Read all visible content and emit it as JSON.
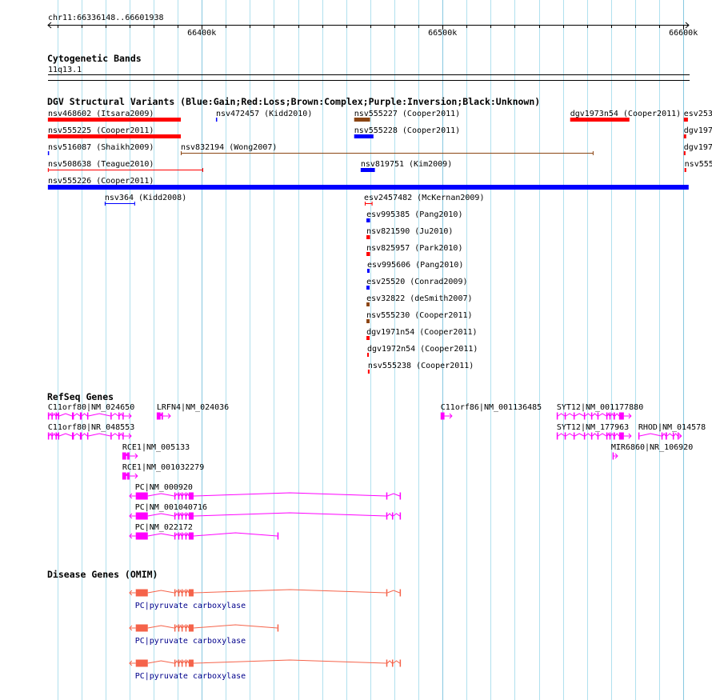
{
  "ruler": {
    "label": "chr11:66336148..66601938",
    "start_kb": 66336.148,
    "end_kb": 66601.938,
    "major_ticks": [
      {
        "kb": 66400,
        "label": "66400k"
      },
      {
        "kb": 66500,
        "label": "66500k"
      },
      {
        "kb": 66600,
        "label": "66600k"
      }
    ],
    "minor_tick_step_kb": 10
  },
  "colors": {
    "gain": "#0000ff",
    "loss": "#ff0000",
    "complex": "#8b4513",
    "refseq": "#ff00ff",
    "omim": "#f5634a",
    "omim_label": "#00008b",
    "grid": "#b0e0ee",
    "grid_major": "#87c8e0"
  },
  "cytoband": {
    "title": "Cytogenetic Bands",
    "band": "11q13.1"
  },
  "dgv": {
    "title": "DGV Structural Variants (Blue:Gain;Red:Loss;Brown:Complex;Purple:Inversion;Black:Unknown)",
    "features": [
      {
        "label": "nsv468602 (Itsara2009)",
        "start": 66336.1,
        "end": 66391.3,
        "type": "loss",
        "style": "bar"
      },
      {
        "label": "nsv472457 (Kidd2010)",
        "start": 66405.9,
        "end": 66406.4,
        "type": "gain",
        "style": "bar"
      },
      {
        "label": "nsv555227 (Cooper2011)",
        "start": 66463.3,
        "end": 66469.9,
        "type": "complex",
        "style": "bar"
      },
      {
        "label": "dgv1973n54 (Cooper2011)",
        "start": 66553.0,
        "end": 66577.6,
        "type": "loss",
        "style": "bar"
      },
      {
        "label": "esv253",
        "start": 66600.2,
        "end": 66601.9,
        "type": "loss",
        "style": "bar"
      },
      {
        "label": "nsv555225 (Cooper2011)",
        "start": 66336.1,
        "end": 66391.3,
        "type": "loss",
        "style": "bar"
      },
      {
        "label": "nsv555228 (Cooper2011)",
        "start": 66463.3,
        "end": 66471.3,
        "type": "gain",
        "style": "bar"
      },
      {
        "label": "dgv197",
        "start": 66600.2,
        "end": 66601.2,
        "type": "loss",
        "style": "bar"
      },
      {
        "label": "nsv516087 (Shaikh2009)",
        "start": 66336.1,
        "end": 66336.5,
        "type": "gain",
        "style": "bar"
      },
      {
        "label": "nsv832194 (Wong2007)",
        "start": 66391.3,
        "end": 66562.7,
        "type": "complex",
        "style": "line"
      },
      {
        "label": "dgv197",
        "start": 66600.2,
        "end": 66600.9,
        "type": "loss",
        "style": "bar"
      },
      {
        "label": "nsv508638 (Teague2010)",
        "start": 66336.1,
        "end": 66400.6,
        "type": "loss",
        "style": "line"
      },
      {
        "label": "nsv819751 (Kim2009)",
        "start": 66466.0,
        "end": 66471.9,
        "type": "gain",
        "style": "bar"
      },
      {
        "label": "nsv555",
        "start": 66600.5,
        "end": 66601.2,
        "type": "loss",
        "style": "bar"
      },
      {
        "label": "nsv555226 (Cooper2011)",
        "start": 66336.1,
        "end": 66602.2,
        "type": "gain",
        "style": "bar"
      },
      {
        "label": "nsv364 (Kidd2008)",
        "start": 66359.7,
        "end": 66372.3,
        "type": "gain",
        "style": "line"
      },
      {
        "label": "esv2457482 (McKernan2009)",
        "start": 66467.7,
        "end": 66470.9,
        "type": "loss",
        "style": "line"
      },
      {
        "label": "esv995385 (Pang2010)",
        "start": 66468.4,
        "end": 66469.9,
        "type": "gain",
        "style": "bar"
      },
      {
        "label": "nsv821590 (Ju2010)",
        "start": 66468.4,
        "end": 66469.9,
        "type": "loss",
        "style": "bar"
      },
      {
        "label": "nsv825957 (Park2010)",
        "start": 66468.4,
        "end": 66469.9,
        "type": "loss",
        "style": "bar"
      },
      {
        "label": "esv995606 (Pang2010)",
        "start": 66468.7,
        "end": 66469.7,
        "type": "gain",
        "style": "bar"
      },
      {
        "label": "esv25520 (Conrad2009)",
        "start": 66468.4,
        "end": 66469.7,
        "type": "gain",
        "style": "bar"
      },
      {
        "label": "esv32822 (deSmith2007)",
        "start": 66468.4,
        "end": 66469.7,
        "type": "complex",
        "style": "bar"
      },
      {
        "label": "nsv555230 (Cooper2011)",
        "start": 66468.4,
        "end": 66469.7,
        "type": "complex",
        "style": "bar"
      },
      {
        "label": "dgv1971n54 (Cooper2011)",
        "start": 66468.4,
        "end": 66469.7,
        "type": "loss",
        "style": "bar"
      },
      {
        "label": "dgv1972n54 (Cooper2011)",
        "start": 66468.7,
        "end": 66469.4,
        "type": "loss",
        "style": "bar"
      },
      {
        "label": "nsv555238 (Cooper2011)",
        "start": 66469.0,
        "end": 66469.7,
        "type": "loss",
        "style": "bar"
      }
    ]
  },
  "refseq": {
    "title": "RefSeq Genes",
    "genes": [
      {
        "label": "C11orf80|NM_024650",
        "strand": "+",
        "start": 66336.1,
        "end": 66370.7,
        "exons": [
          [
            66336.1,
            66336.6
          ],
          [
            66337.6,
            66338.0
          ],
          [
            66339.3,
            66339.7
          ],
          [
            66340.3,
            66340.7
          ],
          [
            66346.1,
            66346.9
          ],
          [
            66349.4,
            66350.2
          ],
          [
            66352.4,
            66352.8
          ],
          [
            66362.1,
            66362.5
          ],
          [
            66365.4,
            66365.8
          ],
          [
            66367.1,
            66367.5
          ]
        ]
      },
      {
        "label": "LRFN4|NM_024036",
        "strand": "+",
        "start": 66381.3,
        "end": 66387.0,
        "exons": [
          [
            66381.3,
            66382.9
          ],
          [
            66383.3,
            66383.9
          ]
        ]
      },
      {
        "label": "C11orf86|NM_001136485",
        "strand": "+",
        "start": 66499.2,
        "end": 66503.9,
        "exons": [
          [
            66499.2,
            66500.8
          ]
        ]
      },
      {
        "label": "SYT12|NM_001177880",
        "strand": "+",
        "start": 66547.4,
        "end": 66578.3,
        "exons": [
          [
            66547.4,
            66547.8
          ],
          [
            66550.7,
            66551.1
          ],
          [
            66554.4,
            66554.8
          ],
          [
            66558.7,
            66559.1
          ],
          [
            66561.7,
            66562.1
          ],
          [
            66564.3,
            66564.7
          ],
          [
            66568.0,
            66568.4
          ],
          [
            66569.3,
            66569.7
          ],
          [
            66571.0,
            66571.6
          ],
          [
            66573.3,
            66575.3
          ]
        ]
      },
      {
        "label": "C11orf80|NR_048553",
        "strand": "+",
        "start": 66336.1,
        "end": 66370.7,
        "exons": [
          [
            66336.1,
            66336.6
          ],
          [
            66337.6,
            66338.0
          ],
          [
            66339.3,
            66339.7
          ],
          [
            66340.3,
            66340.7
          ],
          [
            66346.1,
            66346.9
          ],
          [
            66349.4,
            66350.2
          ],
          [
            66352.4,
            66352.8
          ],
          [
            66362.1,
            66362.5
          ],
          [
            66365.4,
            66365.8
          ],
          [
            66367.1,
            66367.5
          ]
        ]
      },
      {
        "label": "SYT12|NM_177963",
        "strand": "+",
        "start": 66547.4,
        "end": 66578.3,
        "exons": [
          [
            66547.4,
            66547.8
          ],
          [
            66550.7,
            66551.1
          ],
          [
            66554.4,
            66554.8
          ],
          [
            66558.7,
            66559.1
          ],
          [
            66561.7,
            66562.1
          ],
          [
            66564.3,
            66564.7
          ],
          [
            66568.0,
            66568.4
          ],
          [
            66569.3,
            66569.7
          ],
          [
            66571.0,
            66571.6
          ],
          [
            66573.3,
            66575.3
          ]
        ]
      },
      {
        "label": "RHOD|NM_014578",
        "strand": "+",
        "start": 66581.3,
        "end": 66599.2,
        "exons": [
          [
            66581.3,
            66581.7
          ],
          [
            66590.9,
            66591.3
          ],
          [
            66592.6,
            66593.2
          ],
          [
            66595.6,
            66596.0
          ],
          [
            66597.6,
            66598.0
          ]
        ]
      },
      {
        "label": "RCE1|NM_005133",
        "strand": "+",
        "start": 66367.0,
        "end": 66373.3,
        "exons": [
          [
            66367.0,
            66368.6
          ],
          [
            66369.0,
            66370.0
          ]
        ]
      },
      {
        "label": "MIR6860|NR_106920",
        "strand": "+",
        "start": 66570.0,
        "end": 66572.7,
        "exons": [
          [
            66570.6,
            66571.1
          ]
        ]
      },
      {
        "label": "RCE1|NM_001032279",
        "strand": "+",
        "start": 66367.0,
        "end": 66373.3,
        "exons": [
          [
            66367.0,
            66368.6
          ],
          [
            66369.0,
            66370.0
          ]
        ]
      },
      {
        "label": "PC|NM_000920",
        "strand": "-",
        "start": 66370.0,
        "end": 66482.6,
        "exons": [
          [
            66372.6,
            66377.6
          ],
          [
            66388.6,
            66389.0
          ],
          [
            66390.2,
            66390.6
          ],
          [
            66391.6,
            66392.0
          ],
          [
            66393.2,
            66393.6
          ],
          [
            66394.6,
            66396.6
          ],
          [
            66476.6,
            66477.0
          ],
          [
            66482.2,
            66482.6
          ]
        ]
      },
      {
        "label": "PC|NM_001040716",
        "strand": "-",
        "start": 66370.0,
        "end": 66482.6,
        "exons": [
          [
            66372.6,
            66377.6
          ],
          [
            66388.6,
            66389.0
          ],
          [
            66390.2,
            66390.6
          ],
          [
            66391.6,
            66392.0
          ],
          [
            66393.2,
            66393.6
          ],
          [
            66394.6,
            66396.6
          ],
          [
            66476.6,
            66477.0
          ],
          [
            66479.0,
            66479.4
          ],
          [
            66482.2,
            66482.6
          ]
        ]
      },
      {
        "label": "PC|NM_022172",
        "strand": "-",
        "start": 66370.0,
        "end": 66431.8,
        "exons": [
          [
            66372.6,
            66377.6
          ],
          [
            66388.6,
            66389.0
          ],
          [
            66390.2,
            66390.6
          ],
          [
            66391.6,
            66392.0
          ],
          [
            66393.2,
            66393.6
          ],
          [
            66394.6,
            66396.6
          ],
          [
            66431.4,
            66431.8
          ]
        ]
      }
    ]
  },
  "omim": {
    "title": "Disease Genes (OMIM)",
    "genes": [
      {
        "label": "PC|pyruvate carboxylase",
        "strand": "-",
        "start": 66370.0,
        "end": 66482.6,
        "exons": [
          [
            66372.6,
            66377.6
          ],
          [
            66388.6,
            66389.0
          ],
          [
            66390.2,
            66390.6
          ],
          [
            66391.6,
            66392.0
          ],
          [
            66393.2,
            66393.6
          ],
          [
            66394.6,
            66396.6
          ],
          [
            66476.6,
            66477.0
          ],
          [
            66482.2,
            66482.6
          ]
        ]
      },
      {
        "label": "PC|pyruvate carboxylase",
        "strand": "-",
        "start": 66370.0,
        "end": 66431.8,
        "exons": [
          [
            66372.6,
            66377.6
          ],
          [
            66388.6,
            66389.0
          ],
          [
            66390.2,
            66390.6
          ],
          [
            66391.6,
            66392.0
          ],
          [
            66393.2,
            66393.6
          ],
          [
            66394.6,
            66396.6
          ],
          [
            66431.4,
            66431.8
          ]
        ]
      },
      {
        "label": "PC|pyruvate carboxylase",
        "strand": "-",
        "start": 66370.0,
        "end": 66482.6,
        "exons": [
          [
            66372.6,
            66377.6
          ],
          [
            66388.6,
            66389.0
          ],
          [
            66390.2,
            66390.6
          ],
          [
            66391.6,
            66392.0
          ],
          [
            66393.2,
            66393.6
          ],
          [
            66394.6,
            66396.6
          ],
          [
            66476.6,
            66477.0
          ],
          [
            66479.0,
            66479.4
          ],
          [
            66482.2,
            66482.6
          ]
        ]
      }
    ]
  }
}
